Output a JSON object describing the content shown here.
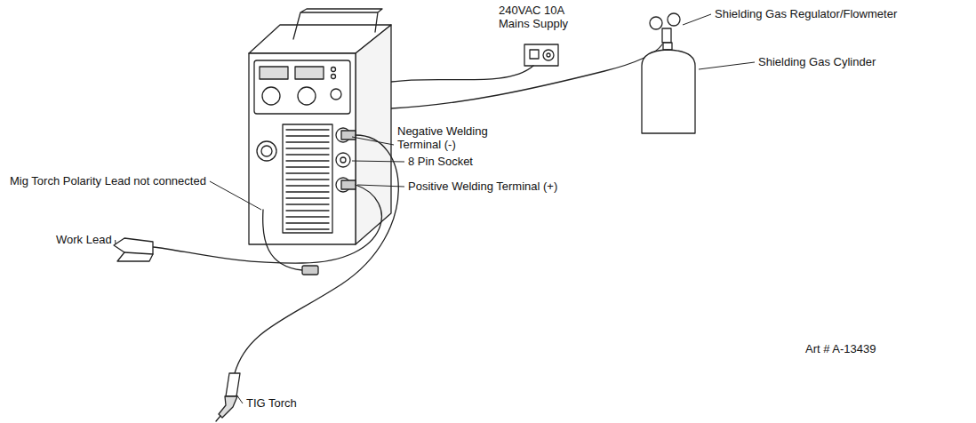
{
  "diagram": {
    "labels": [
      "240VAC 10A Mains Supply",
      "Shielding Gas Regulator/Flowmeter",
      "Shielding Gas Cylinder",
      "Negative Welding Terminal (-)",
      "Mig Torch Polarity Lead not connected",
      "8 Pin Socket",
      "Positive Welding Terminal (+)",
      "Work Lead",
      "Art # A-13439",
      "TIG Torch"
    ]
  }
}
